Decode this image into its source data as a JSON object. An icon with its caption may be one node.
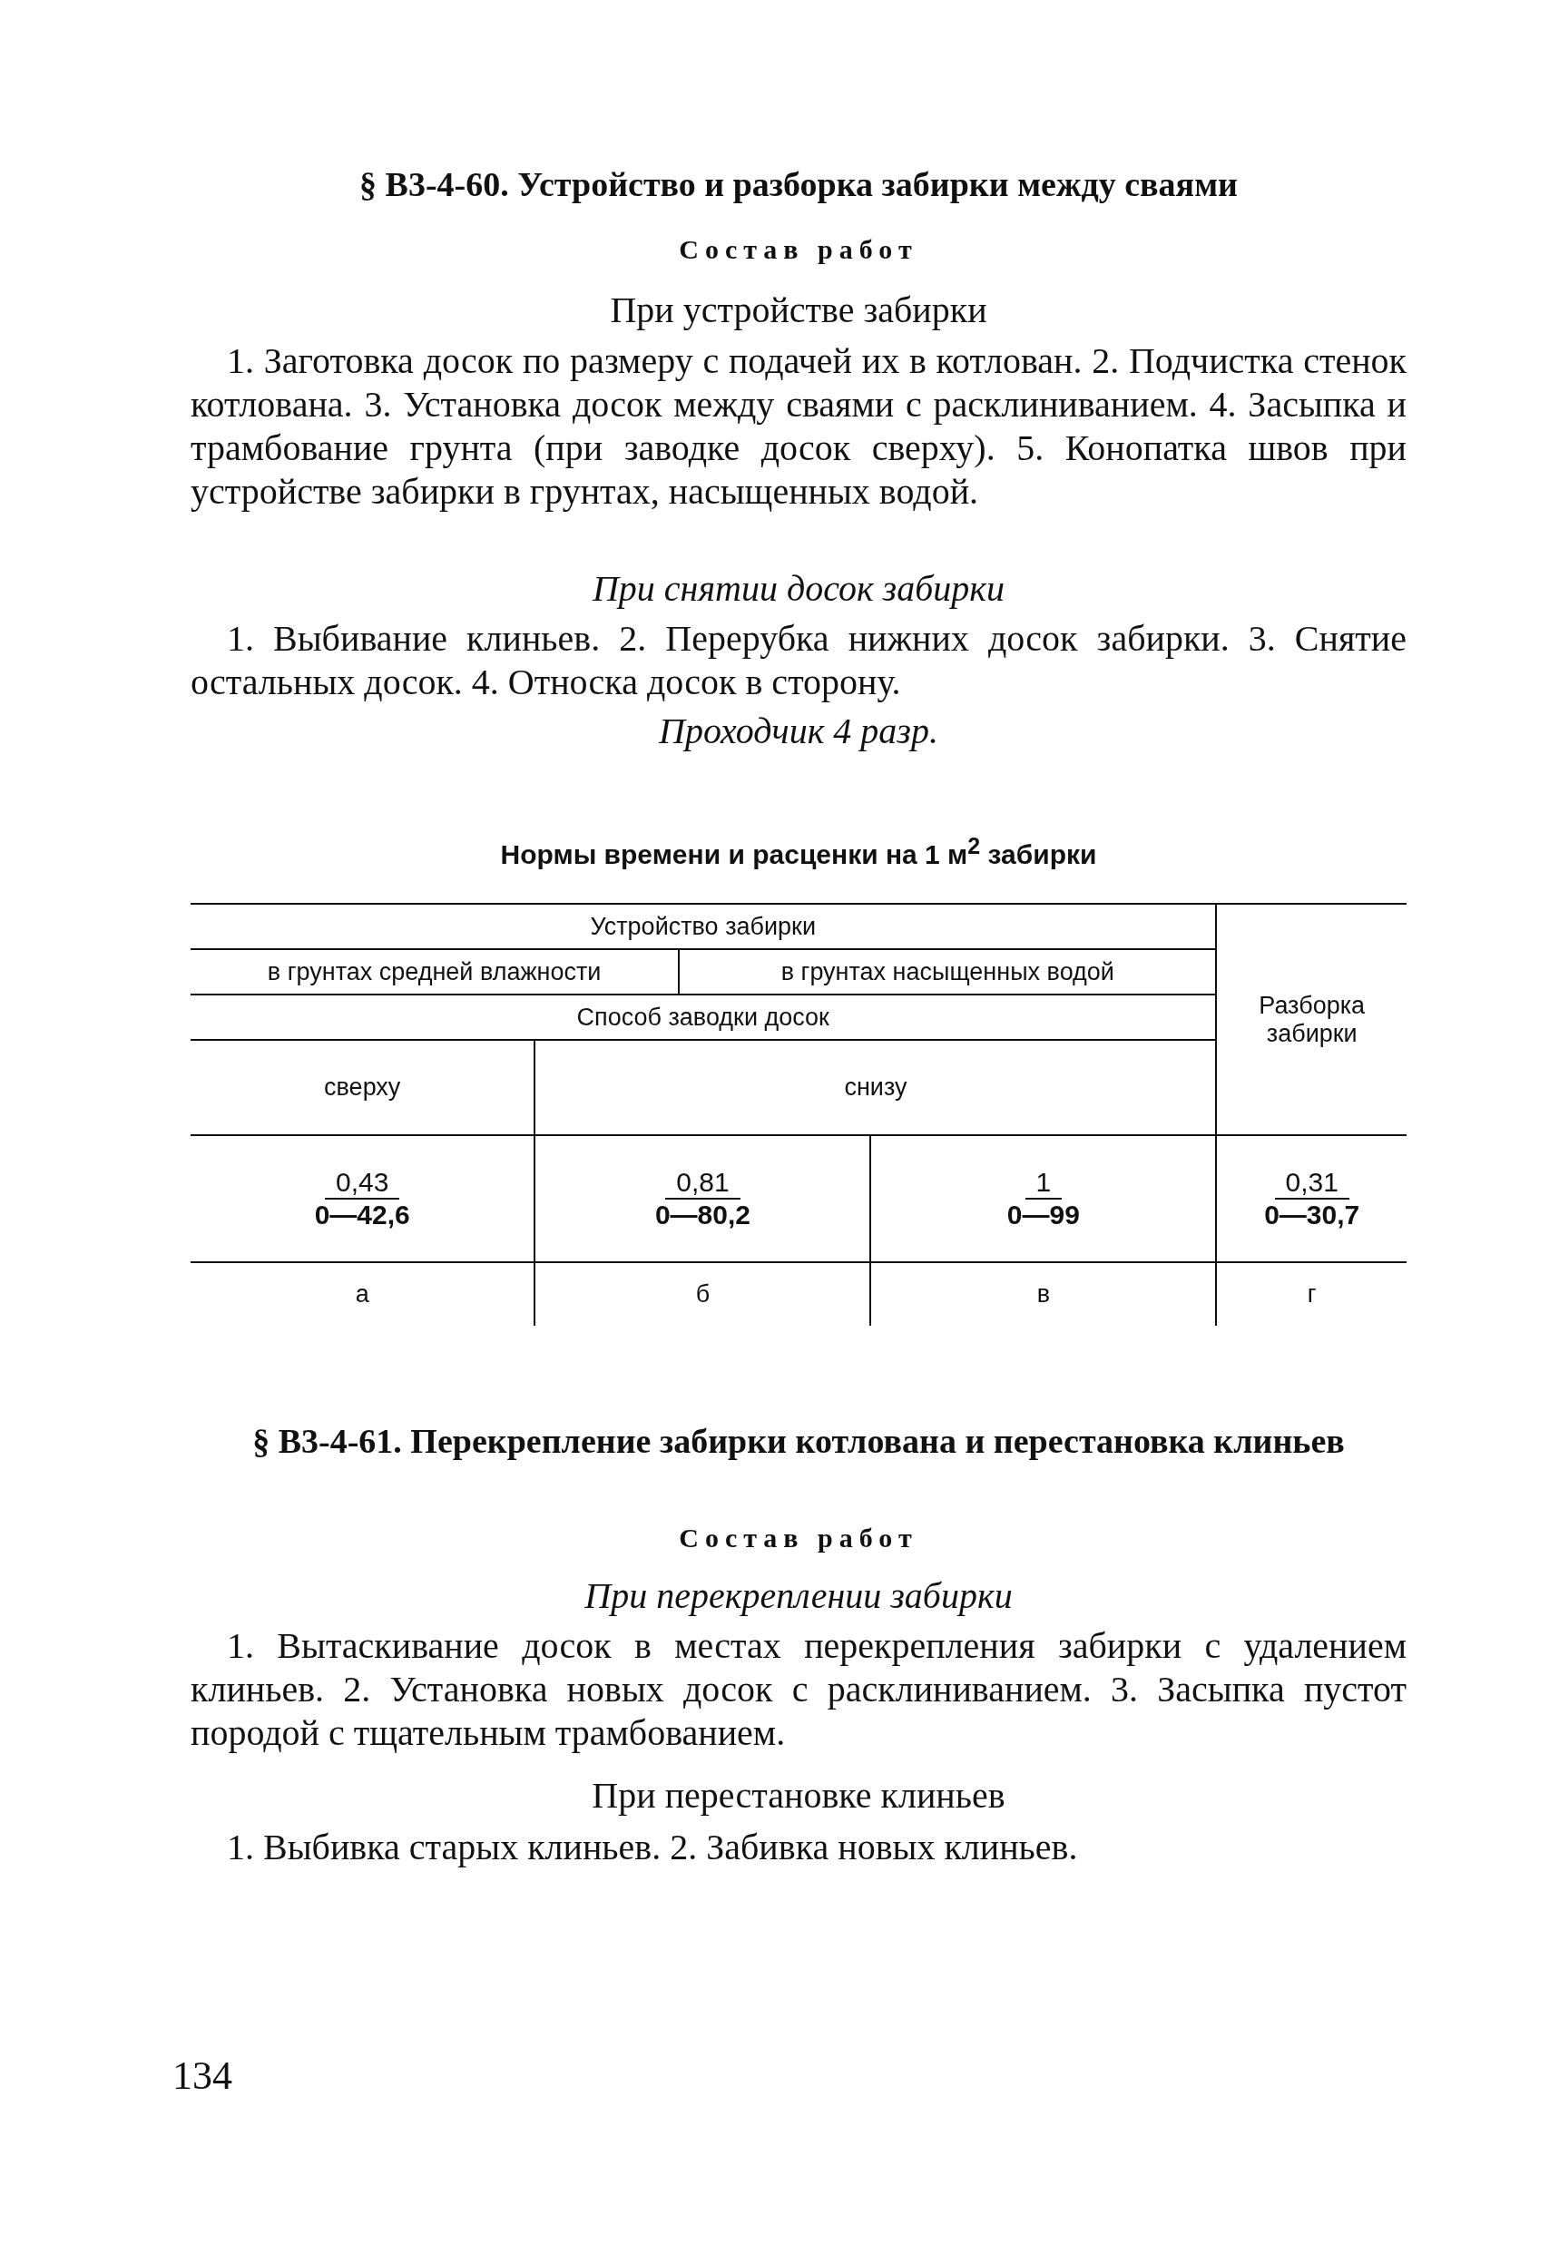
{
  "diagram": {
    "title": "§ В3-4-60. Устройство и разборка забирки между сваями",
    "labels": [
      "Состав работ",
      "При устройстве забирки",
      "1. Заготовка досок по размеру с подачей их в котлован. 2. Подчистка стенок котлована. 3. Установка досок между сваями с расклиниванием. 4. Засыпка и трамбование грунта (при заводке досок сверху). 5. Конопатка швов при устройстве забирки в грунтах, насыщенных водой.",
      "При снятии досок забирки",
      "1. Выбивание клиньев. 2. Перерубка нижних досок забирки. 3. Снятие остальных досок. 4. Относка досок в сторону.",
      "Проходчик 4 разр.",
      "Нормы времени и расценки на 1 м$^{2}$ забирки",
      "Устройство забирки",
      "Разборка забирки",
      "в грунтах средней влажности",
      "в грунтах насыщенных водой",
      "Способ заводки досок",
      "сверху",
      "снизу",
      "0,43",
      "0—42,6",
      "0,81",
      "0—80,2",
      "1",
      "0—99",
      "0,31",
      "0—30,7",
      "а",
      "б",
      "в",
      "г",
      "§ В3-4-61. Перекрепление забирки котлована и перестановка клиньев",
      "Состав работ",
      "При перекреплении забирки",
      "1. Вытаскивание досок в местах перекрепления забирки с удалением клиньев. 2. Установка новых досок с расклиниванием. 3. Засыпка пустот породой с тщательным трамбованием.",
      "При перестановке клиньев",
      "1. Выбивка старых клиньев. 2. Забивка новых клиньев.",
      "134"
    ]
  }
}
